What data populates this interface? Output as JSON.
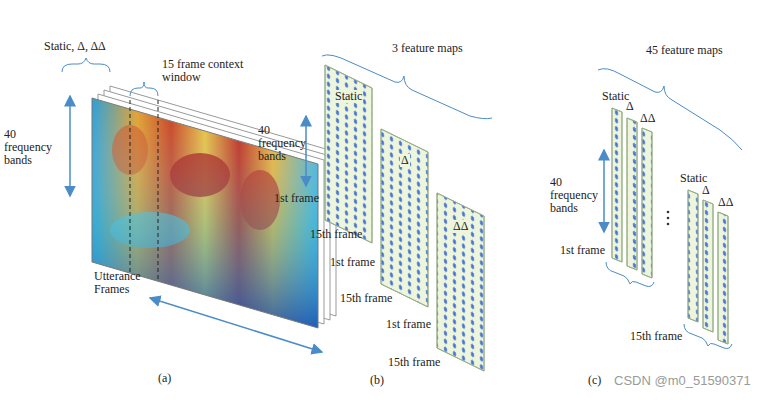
{
  "diagram": {
    "labels": [
      "Static, Δ, ΔΔ",
      "15 frame context window",
      "40 frequency bands",
      "Utterance Frames",
      "(a)",
      "3 feature maps",
      "40 frequency bands",
      "Static",
      "Δ",
      "ΔΔ",
      "1st frame",
      "15th frame",
      "1st frame",
      "15th frame",
      "1st frame",
      "15th frame",
      "(b)",
      "45 feature maps",
      "40 frequency bands",
      "Static",
      "Δ",
      "ΔΔ",
      "1st frame",
      "Static",
      "Δ",
      "ΔΔ",
      "15th frame",
      "(c)",
      "CSDN @m0_51590371"
    ]
  }
}
